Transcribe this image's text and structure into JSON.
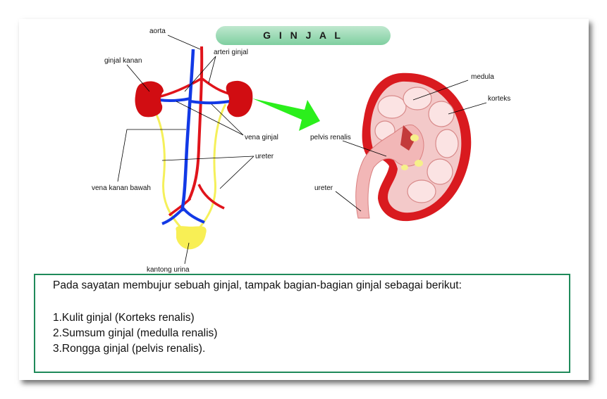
{
  "title": "G I N J A L",
  "left_diagram": {
    "labels": {
      "aorta": "aorta",
      "arteri_ginjal": "arteri ginjal",
      "ginjal_kanan": "ginjal kanan",
      "vena_ginjal": "vena ginjal",
      "ureter": "ureter",
      "vena_kanan_bawah": "vena kanan bawah",
      "kantong_urina": "kantong urina"
    }
  },
  "right_diagram": {
    "labels": {
      "medula": "medula",
      "korteks": "korteks",
      "pelvis_renalis": "pelvis renalis",
      "ureter": "ureter"
    }
  },
  "textbox": {
    "intro": "Pada sayatan membujur sebuah ginjal, tampak bagian-bagian ginjal sebagai berikut:",
    "items": [
      "1.Kulit ginjal (Korteks renalis)",
      "2.Sumsum ginjal (medulla renalis)",
      "3.Rongga ginjal (pelvis renalis)."
    ]
  },
  "colors": {
    "artery": "#e0141b",
    "vein": "#1239e6",
    "ureter": "#f5f05a",
    "kidney": "#d10d12",
    "arrow": "#2bef1c",
    "title_bg": "#8fd6ac",
    "box_border": "#1f8a5a"
  }
}
